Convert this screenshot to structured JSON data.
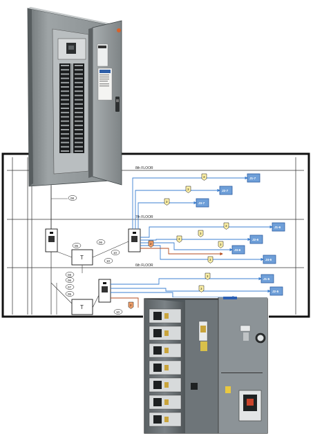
{
  "diagram": {
    "floors": [
      {
        "key": "f8",
        "label": "8th FLOOR"
      },
      {
        "key": "f7",
        "label": "7th FLOOR"
      },
      {
        "key": "f6",
        "label": "6th FLOOR"
      }
    ],
    "panels": [
      {
        "key": "j17",
        "label": "J1-7"
      },
      {
        "key": "j27",
        "label": "J2-7"
      },
      {
        "key": "j37",
        "label": "J3-7"
      },
      {
        "key": "j16",
        "label": "J1-6"
      },
      {
        "key": "j26",
        "label": "J2-6"
      },
      {
        "key": "j36",
        "label": "J3-6"
      },
      {
        "key": "j46",
        "label": "J4-6"
      },
      {
        "key": "j15",
        "label": "J1-5"
      },
      {
        "key": "j25",
        "label": "J2-5"
      }
    ],
    "flags": [
      {
        "key": "a",
        "label": "3"
      },
      {
        "key": "b",
        "label": "3"
      },
      {
        "key": "c",
        "label": "3"
      },
      {
        "key": "d",
        "label": "3"
      },
      {
        "key": "e",
        "label": "3"
      },
      {
        "key": "f",
        "label": "3"
      },
      {
        "key": "g",
        "label": "3"
      },
      {
        "key": "h",
        "label": "3"
      },
      {
        "key": "i",
        "label": "3"
      },
      {
        "key": "j",
        "label": "3"
      },
      {
        "key": "k",
        "label": "2"
      },
      {
        "key": "l",
        "label": "2"
      }
    ],
    "transformers": [
      {
        "key": "t1",
        "label": "T"
      },
      {
        "key": "t2",
        "label": "T"
      }
    ],
    "circles": [
      {
        "key": "c1",
        "label": "08"
      },
      {
        "key": "c2",
        "label": "06"
      },
      {
        "key": "c3",
        "label": "06"
      },
      {
        "key": "c4",
        "label": "10"
      },
      {
        "key": "c5",
        "label": "10"
      },
      {
        "key": "c6",
        "label": "06"
      },
      {
        "key": "c7",
        "label": "07"
      },
      {
        "key": "c8",
        "label": "05"
      },
      {
        "key": "c9",
        "label": "10"
      },
      {
        "key": "c10",
        "label": "08"
      }
    ]
  },
  "photos": {
    "panelboard": "panelboard-photo",
    "switchboard": "switchboard-photo"
  }
}
